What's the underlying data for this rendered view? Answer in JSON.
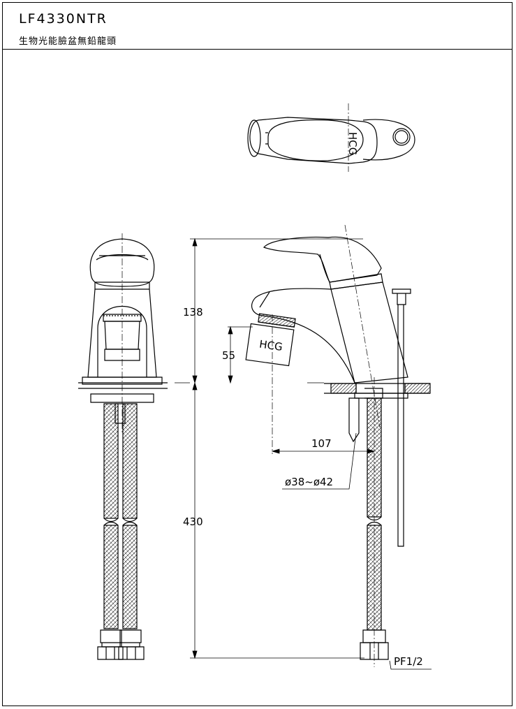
{
  "header": {
    "model": "LF4330NTR",
    "description": "生物光能臉盆無鉛龍頭"
  },
  "dimensions": {
    "height_above_deck": "138",
    "aerator_height": "55",
    "spout_reach": "107",
    "hole_diameter": "ø38~ø42",
    "hose_length": "430",
    "connection": "PF1/2"
  },
  "logo_text": "HCG",
  "colors": {
    "line": "#000000",
    "background": "#ffffff"
  }
}
